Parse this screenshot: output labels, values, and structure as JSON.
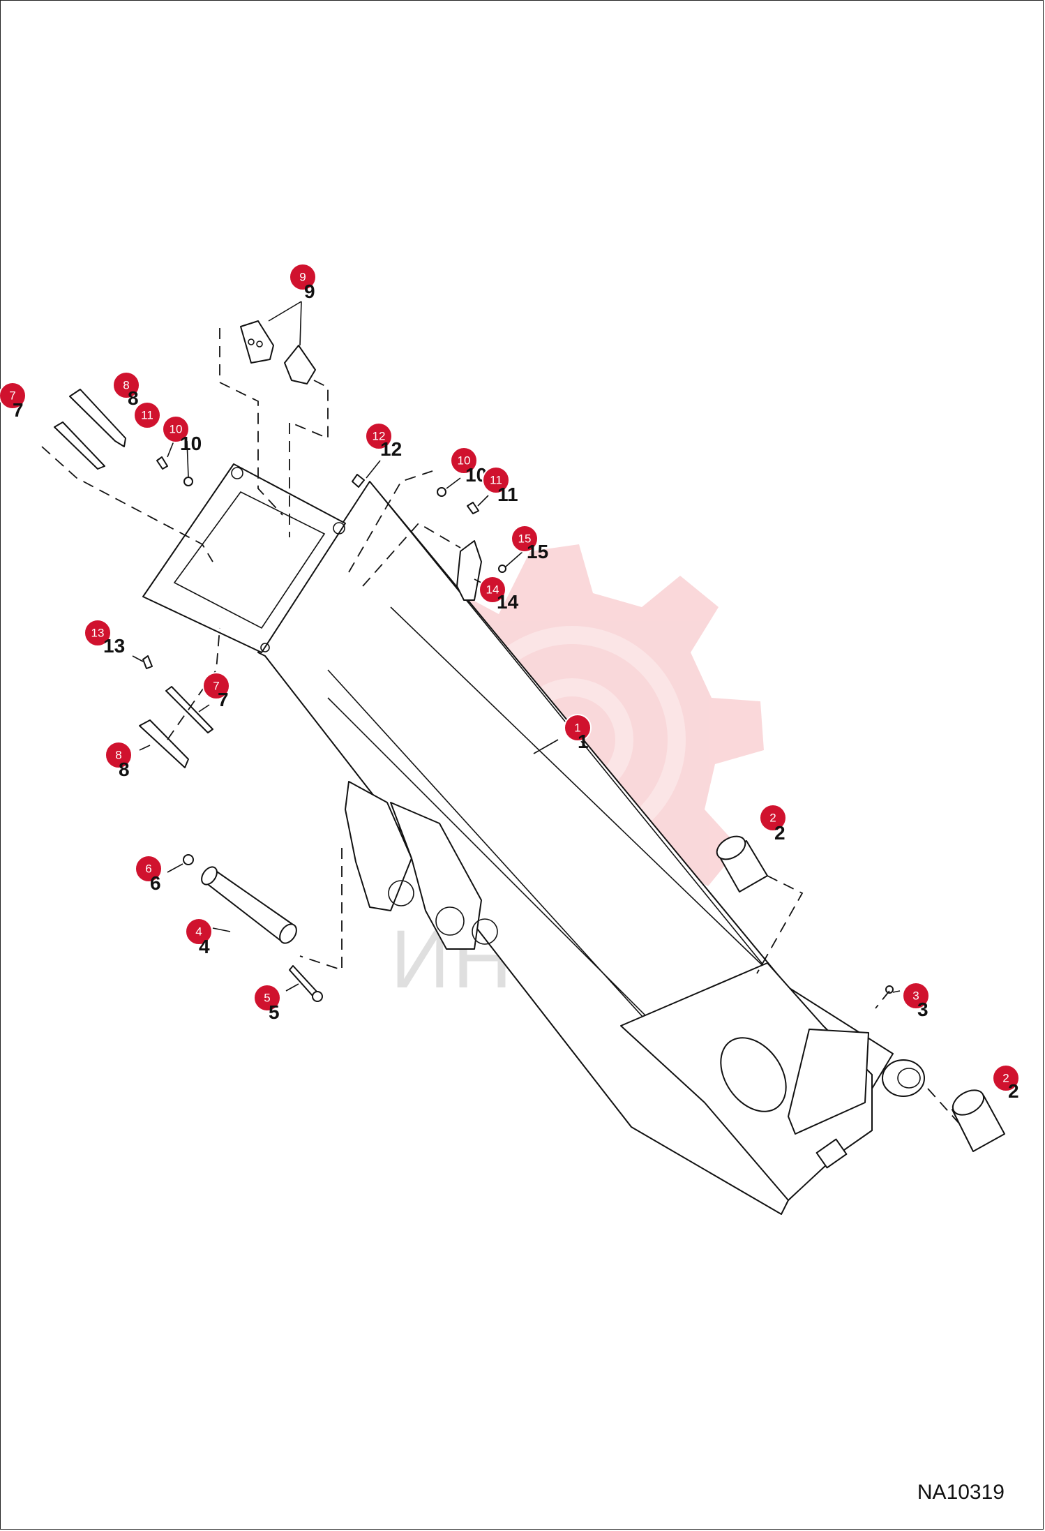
{
  "diagram": {
    "reference_code": "NA10319",
    "watermark_text": "ИНТЕХ",
    "watermark_color": "#f9d4d6",
    "callout_color": "#d0122e",
    "callouts": [
      {
        "id": "1",
        "label": "1"
      },
      {
        "id": "2a",
        "label": "2"
      },
      {
        "id": "2b",
        "label": "2"
      },
      {
        "id": "3",
        "label": "3"
      },
      {
        "id": "4",
        "label": "4"
      },
      {
        "id": "5",
        "label": "5"
      },
      {
        "id": "6",
        "label": "6"
      },
      {
        "id": "7a",
        "label": "7"
      },
      {
        "id": "7b",
        "label": "7"
      },
      {
        "id": "8a",
        "label": "8"
      },
      {
        "id": "8b",
        "label": "8"
      },
      {
        "id": "9",
        "label": "9"
      },
      {
        "id": "10a",
        "label": "10"
      },
      {
        "id": "10b",
        "label": "10"
      },
      {
        "id": "11a",
        "label": "11"
      },
      {
        "id": "11b",
        "label": "11"
      },
      {
        "id": "12",
        "label": "12"
      },
      {
        "id": "13",
        "label": "13"
      },
      {
        "id": "14",
        "label": "14"
      },
      {
        "id": "15",
        "label": "15"
      }
    ]
  }
}
